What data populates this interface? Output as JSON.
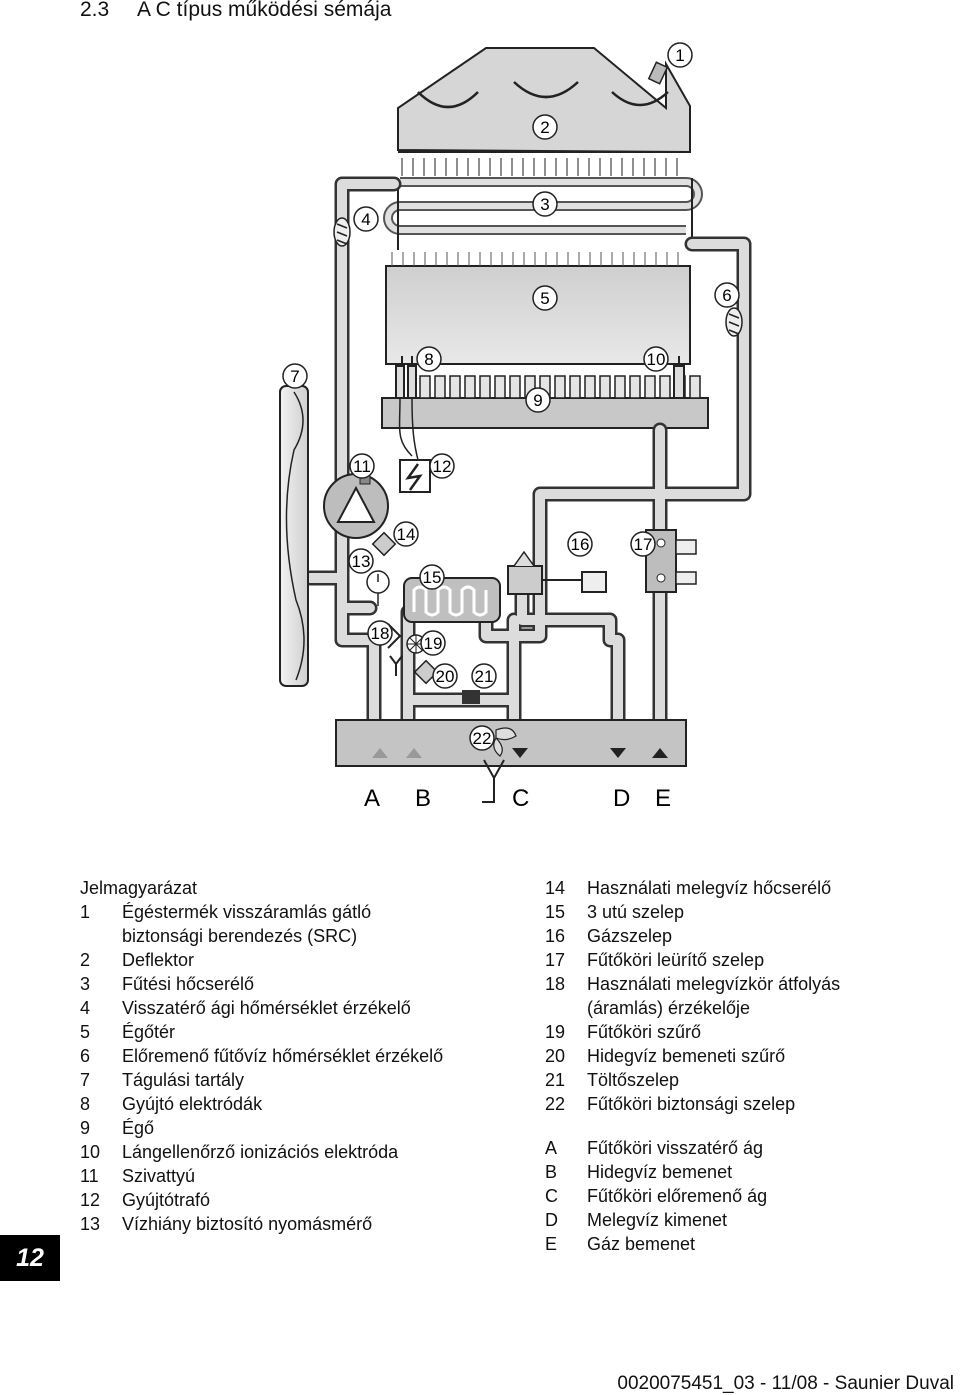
{
  "heading": {
    "number": "2.3",
    "title": "A C típus működési sémája"
  },
  "diagram": {
    "callouts": [
      "1",
      "2",
      "3",
      "4",
      "5",
      "6",
      "7",
      "8",
      "9",
      "10",
      "11",
      "12",
      "13",
      "14",
      "15",
      "16",
      "17",
      "18",
      "19",
      "20",
      "21",
      "22"
    ],
    "connections": [
      "A",
      "B",
      "C",
      "D",
      "E"
    ]
  },
  "legend": {
    "title": "Jelmagyarázat",
    "left": [
      {
        "k": "1",
        "v": "Égéstermék visszáramlás gátló"
      },
      {
        "k": "",
        "v": "biztonsági berendezés (SRC)"
      },
      {
        "k": "2",
        "v": "Deflektor"
      },
      {
        "k": "3",
        "v": "Fűtési hőcserélő"
      },
      {
        "k": "4",
        "v": "Visszatérő ági hőmérséklet érzékelő"
      },
      {
        "k": "5",
        "v": "Égőtér"
      },
      {
        "k": "6",
        "v": "Előremenő fűtővíz hőmérséklet érzékelő"
      },
      {
        "k": "7",
        "v": "Tágulási tartály"
      },
      {
        "k": "8",
        "v": "Gyújtó elektródák"
      },
      {
        "k": "9",
        "v": "Égő"
      },
      {
        "k": "10",
        "v": "Lángellenőrző ionizációs elektróda"
      },
      {
        "k": "11",
        "v": "Szivattyú"
      },
      {
        "k": "12",
        "v": "Gyújtótrafó"
      },
      {
        "k": "13",
        "v": "Vízhiány biztosító nyomásmérő"
      }
    ],
    "right": [
      {
        "k": "14",
        "v": "Használati melegvíz hőcserélő"
      },
      {
        "k": "15",
        "v": "3 utú szelep"
      },
      {
        "k": "16",
        "v": "Gázszelep"
      },
      {
        "k": "17",
        "v": "Fűtőköri leürítő szelep"
      },
      {
        "k": "18",
        "v": "Használati melegvízkör átfolyás"
      },
      {
        "k": "",
        "v": "(áramlás) érzékelője"
      },
      {
        "k": "19",
        "v": "Fűtőköri szűrő"
      },
      {
        "k": "20",
        "v": "Hidegvíz bemeneti szűrő"
      },
      {
        "k": "21",
        "v": "Töltőszelep"
      },
      {
        "k": "22",
        "v": "Fűtőköri biztonsági szelep"
      }
    ],
    "connections": [
      {
        "k": "A",
        "v": "Fűtőköri visszatérő ág"
      },
      {
        "k": "B",
        "v": "Hidegvíz bemenet"
      },
      {
        "k": "C",
        "v": "Fűtőköri előremenő ág"
      },
      {
        "k": "D",
        "v": "Melegvíz kimenet"
      },
      {
        "k": "E",
        "v": "Gáz bemenet"
      }
    ]
  },
  "page_number": "12",
  "footer": "0020075451_03 - 11/08 - Saunier Duval"
}
